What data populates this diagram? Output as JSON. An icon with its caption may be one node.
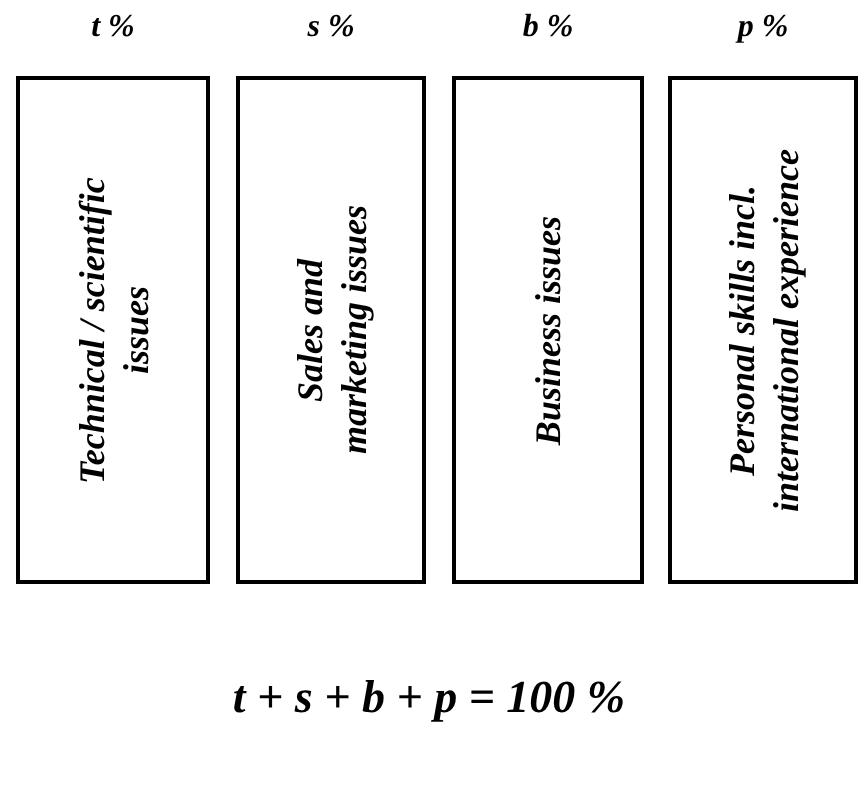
{
  "diagram": {
    "nodes": [
      {
        "text": [
          "t %",
          "Technical / scientific issues"
        ]
      },
      {
        "text": [
          "s %",
          "Sales and marketing issues"
        ]
      },
      {
        "text": [
          "b %",
          "Business issues"
        ]
      },
      {
        "text": [
          "p %",
          "Personal skills incl. international experience"
        ]
      }
    ],
    "labels": [
      "t + s + b + p = 100 %"
    ]
  }
}
